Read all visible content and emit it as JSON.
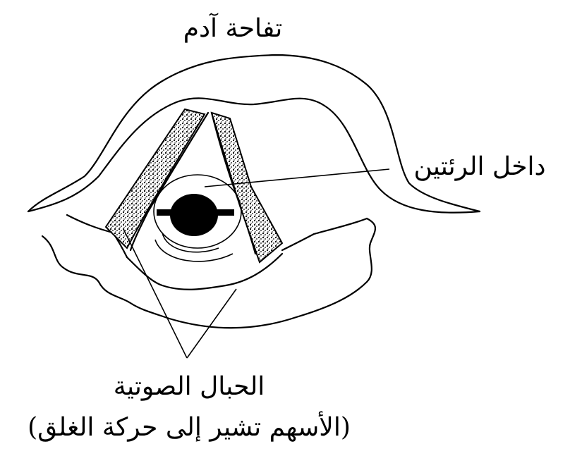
{
  "labels": {
    "adams_apple": "تفاحة آدم",
    "to_lungs": "داخل الرئتين",
    "vocal_cords": "الحبال الصوتية",
    "arrows_note": "(الأسهم تشير إلى حركة الغلق)"
  },
  "colors": {
    "ink": "#000000",
    "background": "#ffffff",
    "cord_fill": "#cfcfcf"
  }
}
